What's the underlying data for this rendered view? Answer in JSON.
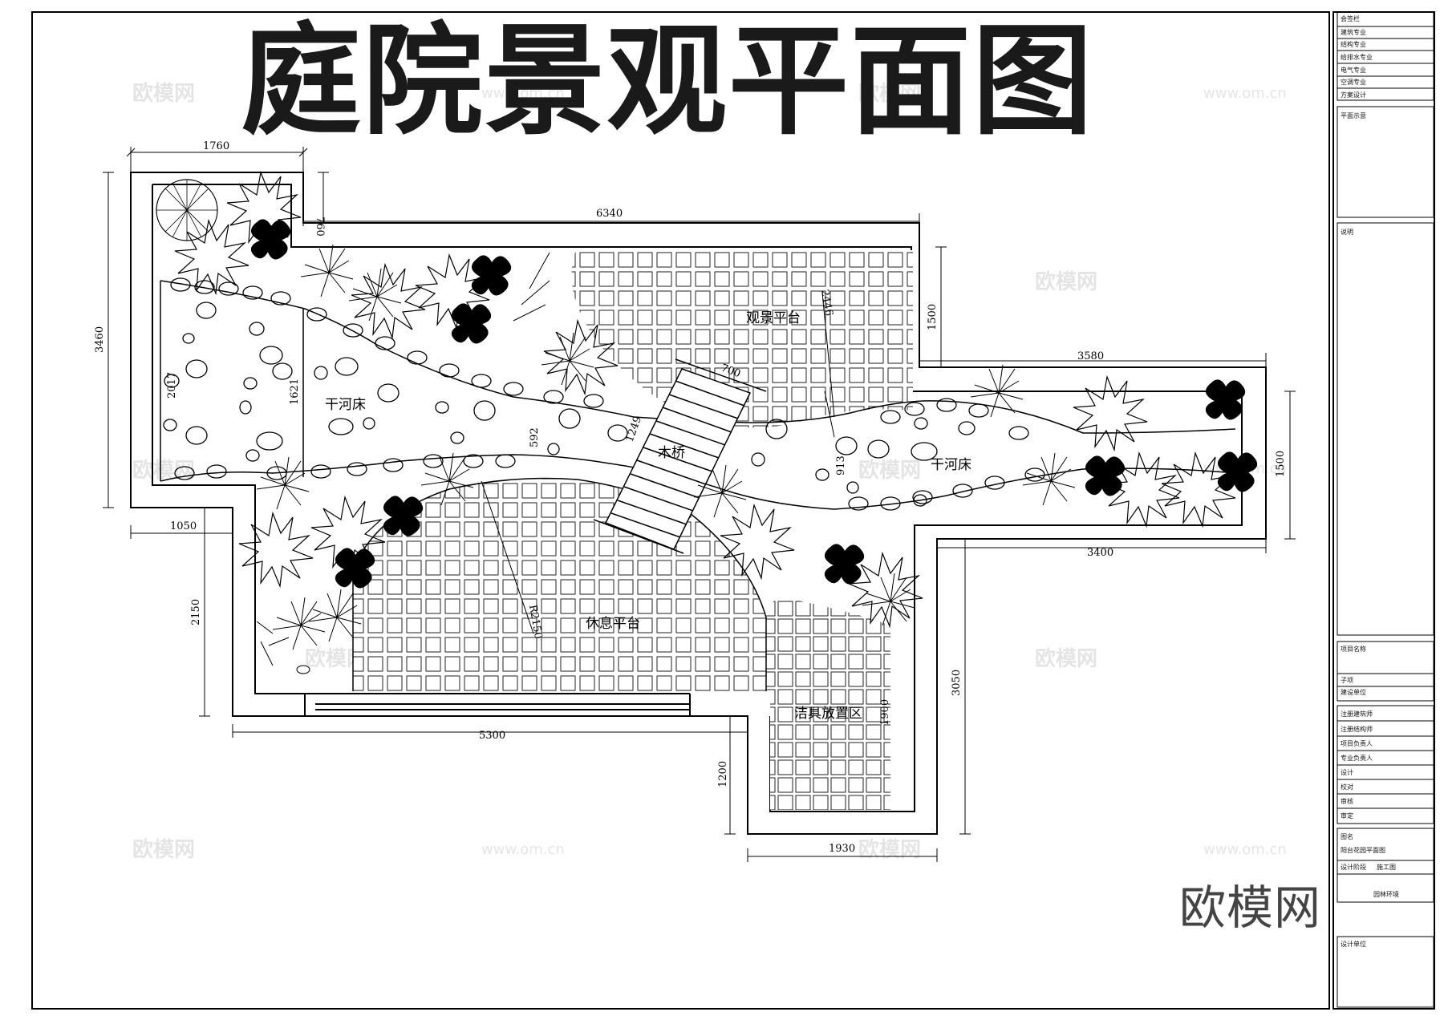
{
  "title": "庭院景观平面图",
  "logo_text": "欧模网",
  "watermark": {
    "brand": "欧模网",
    "url": "www.om.cn"
  },
  "dimensions": {
    "d1760": "1760",
    "d760": "760",
    "d6340": "6340",
    "d3460": "3460",
    "d1500a": "1500",
    "d1621": "1621",
    "d2017": "2017",
    "d592": "592",
    "d1249": "1249",
    "d700": "700",
    "d2446": "2446",
    "d3580": "3580",
    "d913": "913",
    "d1500b": "1500",
    "d1050": "1050",
    "d3400": "3400",
    "d2150": "2150",
    "d2150r": "R2150",
    "d5300": "5300",
    "d3050": "3050",
    "d1900": "1900",
    "d1200": "1200",
    "d1930": "1930"
  },
  "labels": {
    "viewing_platform": "观景平台",
    "dry_riverbed_left": "干河床",
    "dry_riverbed_right": "干河床",
    "wooden_bridge": "木桥",
    "rest_platform": "休息平台",
    "cleaning_area": "洁具放置区"
  },
  "titleblock": {
    "sign_header": "会签栏",
    "disciplines": [
      "建筑专业",
      "结构专业",
      "给排水专业",
      "电气专业",
      "空调专业",
      "方案设计"
    ],
    "plan_hint": "平面示意",
    "notes": "说明",
    "project_name": "项目名称",
    "subitem": "子项",
    "client": "建设单位",
    "roles": [
      "注册建筑师",
      "注册结构师",
      "项目负责人",
      "专业负责人",
      "设计",
      "校对",
      "审核",
      "审定"
    ],
    "drawing_name_label": "图名",
    "drawing_name": "阳台花园平面图",
    "stage_label": "设计阶段",
    "stage_value": "施工图",
    "discipline_value": "园林环境",
    "design_unit": "设计单位"
  }
}
